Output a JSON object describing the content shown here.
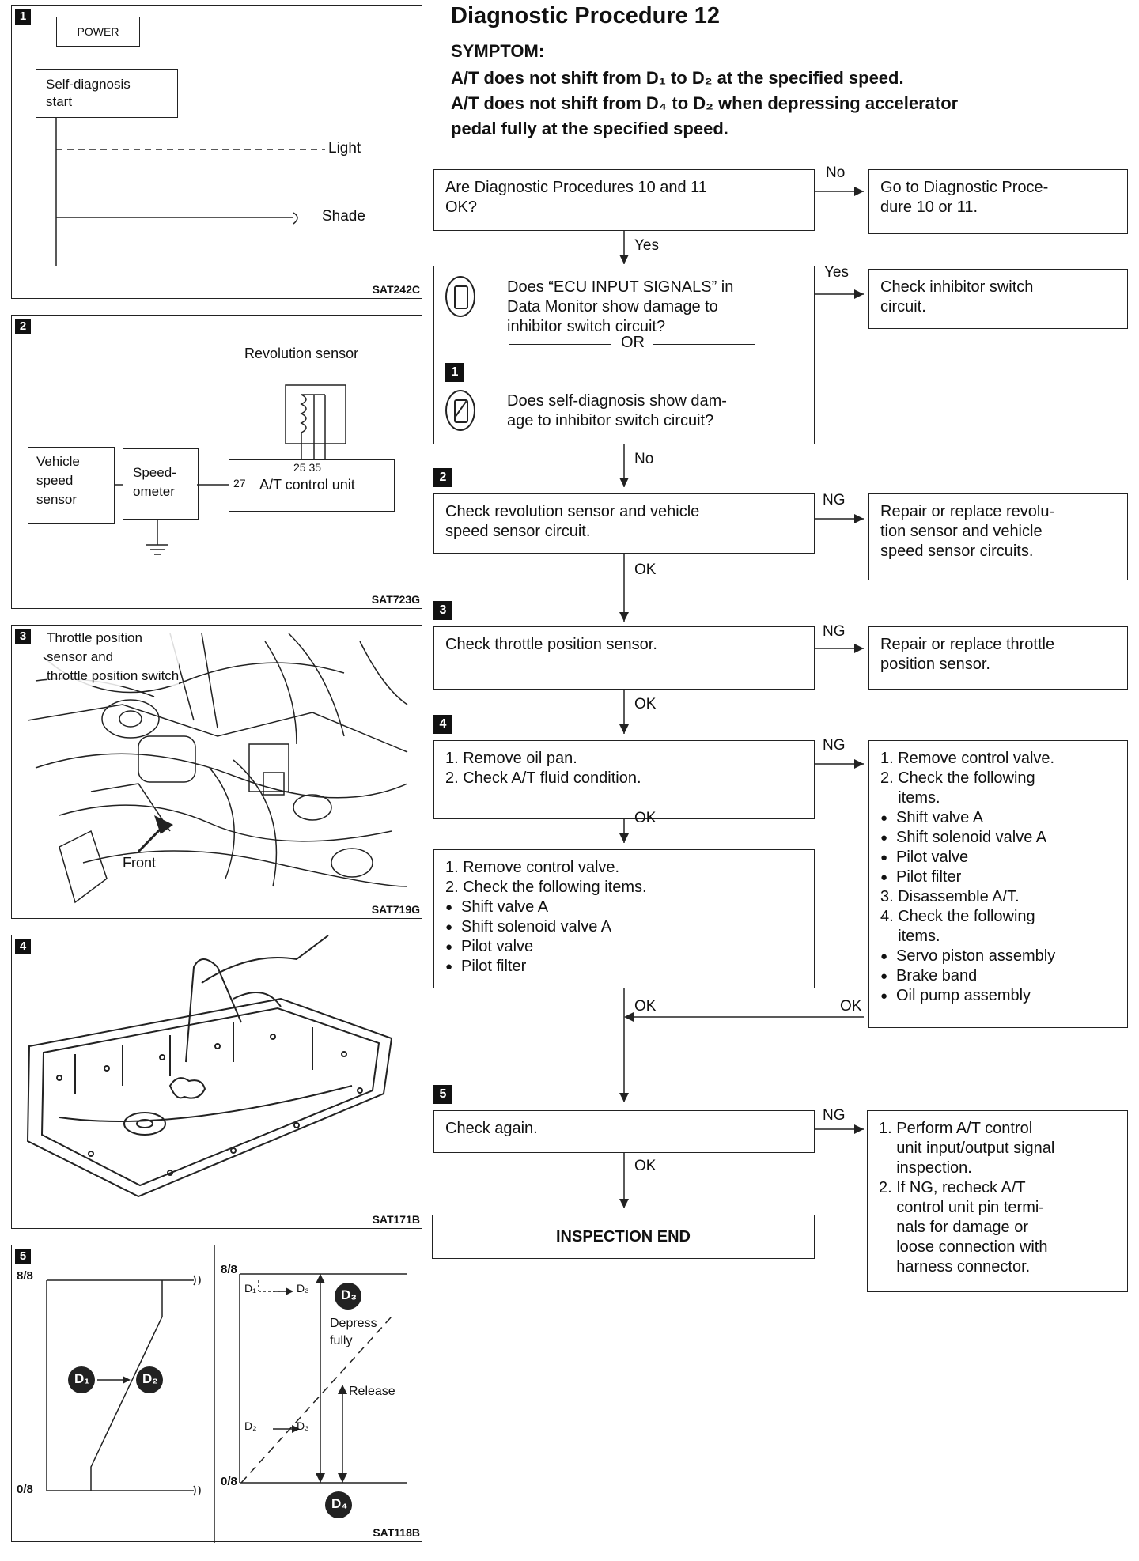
{
  "header": {
    "title": "Diagnostic Procedure 12",
    "symptom_label": "SYMPTOM:",
    "symptom_1": "A/T does not shift from D₁ to D₂ at the specified speed.",
    "symptom_2": "A/T does not shift from D₄ to D₂ when depressing accelerator",
    "symptom_3": "pedal fully at the specified speed."
  },
  "panel1": {
    "num": "1",
    "power": "POWER",
    "self_diag": "Self-diagnosis\nstart",
    "light": "Light",
    "shade": "Shade",
    "code": "SAT242C"
  },
  "panel2": {
    "num": "2",
    "rev_sensor": "Revolution sensor",
    "vehicle": "Vehicle\nspeed\nsensor",
    "speedometer": "Speed-\nometer",
    "unit": "A/T control unit",
    "pin27": "27",
    "pins": "25 35",
    "code": "SAT723G"
  },
  "panel3": {
    "num": "3",
    "label": "Throttle position\nsensor and\nthrottle position switch",
    "front": "Front",
    "code": "SAT719G"
  },
  "panel4": {
    "num": "4",
    "code": "SAT171B"
  },
  "panel5": {
    "num": "5",
    "top_left": "8/8",
    "bottom_left": "0/8",
    "d1": "D₁",
    "d2": "D₂",
    "d3": "D₃",
    "d4": "D₄",
    "top_right": "8/8",
    "bottom_right": "0/8",
    "d1_small": "D₁",
    "d3_small": "D₃",
    "d2_small": "D₂",
    "d3_small_2": "D₃",
    "depress": "Depress\nfully",
    "release": "Release",
    "code": "SAT118B"
  },
  "flow": {
    "q1": "Are Diagnostic Procedures 10 and 11\nOK?",
    "q1_no": "No",
    "q1_no_box": "Go to Diagnostic Proce-\ndure 10 or 11.",
    "yes1": "Yes",
    "q2a": "Does “ECU INPUT SIGNALS” in\nData Monitor show damage to\ninhibitor switch circuit?",
    "or": "OR",
    "q2b": "Does self-diagnosis show dam-\nage to inhibitor switch circuit?",
    "q2_step": "1",
    "q2_yes": "Yes",
    "q2_yes_box": "Check inhibitor switch\ncircuit.",
    "no2": "No",
    "s2_num": "2",
    "s2": "Check revolution sensor and vehicle\nspeed sensor circuit.",
    "s2_ng": "NG",
    "s2_ng_box": "Repair or replace revolu-\ntion sensor and vehicle\nspeed sensor circuits.",
    "ok2": "OK",
    "s3_num": "3",
    "s3": "Check throttle position sensor.",
    "s3_ng": "NG",
    "s3_ng_box": "Repair or replace throttle\nposition sensor.",
    "ok3": "OK",
    "s4_num": "4",
    "s4": "1. Remove oil pan.\n2. Check A/T fluid condition.",
    "s4_ng": "NG",
    "s4_ng_lines": [
      "1. Remove control valve.",
      "2. Check the following",
      "    items."
    ],
    "s4_ng_bul1": [
      "Shift valve A",
      "Shift solenoid valve A",
      "Pilot valve",
      "Pilot filter"
    ],
    "s4_ng_lines2": [
      "3. Disassemble A/T.",
      "4. Check the following",
      "    items."
    ],
    "s4_ng_bul2": [
      "Servo piston assembly",
      "Brake band",
      "Oil pump assembly"
    ],
    "ok4": "OK",
    "s4b_lines": [
      "1. Remove control valve.",
      "2. Check the following items."
    ],
    "s4b_bul": [
      "Shift valve A",
      "Shift solenoid valve A",
      "Pilot valve",
      "Pilot filter"
    ],
    "ok4b": "OK",
    "ok4c": "OK",
    "s5_num": "5",
    "s5": "Check again.",
    "s5_ng": "NG",
    "s5_ng_box": "1. Perform A/T control\n    unit input/output signal\n    inspection.\n2. If NG, recheck A/T\n    control unit pin termi-\n    nals for damage or\n    loose connection with\n    harness connector.",
    "ok5": "OK",
    "end": "INSPECTION END"
  }
}
